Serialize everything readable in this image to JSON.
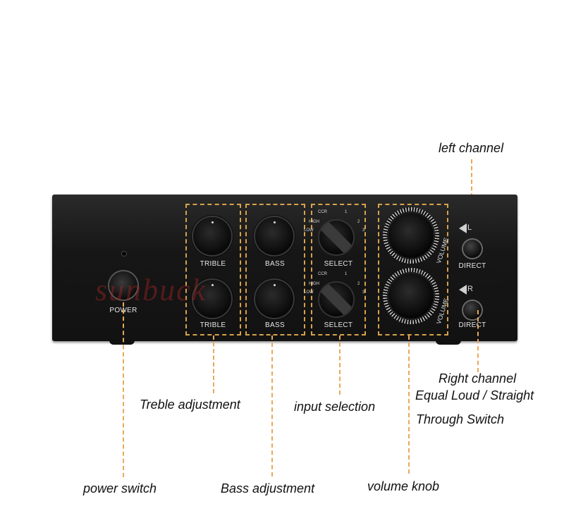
{
  "device": {
    "watermark": "sunbuck",
    "power_label": "POWER",
    "treble_label": "TRIBLE",
    "bass_label": "BASS",
    "select_label": "SELECT",
    "select_ticks": {
      "ccr": "CCR",
      "high": "HIGH",
      "low": "LOW",
      "one": "1",
      "two": "2",
      "three": "3"
    },
    "volume_label": "VOLUME",
    "direct_label": "DIRECT",
    "left_letter": "L",
    "right_letter": "R"
  },
  "callouts": {
    "left_channel": "left channel",
    "right_channel": "Right channel",
    "equal_loud": "Equal Loud / Straight",
    "through_switch": "Through Switch",
    "treble": "Treble adjustment",
    "input_selection": "input selection",
    "power_switch": "power switch",
    "bass": "Bass adjustment",
    "volume_knob": "volume knob"
  },
  "colors": {
    "callout_line": "#e9a85b",
    "highlight_box": "#d7a24a",
    "panel": "#161616"
  }
}
